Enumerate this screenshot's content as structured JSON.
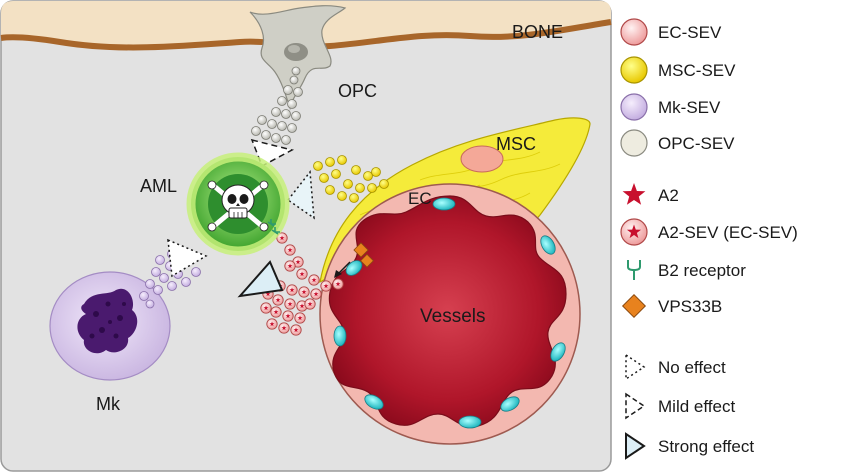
{
  "diagram": {
    "labels": {
      "bone": "BONE",
      "opc": "OPC",
      "msc": "MSC",
      "aml": "AML",
      "ec": "EC",
      "vessels": "Vessels",
      "mk": "Mk"
    }
  },
  "legend": {
    "items": [
      {
        "label": "EC-SEV",
        "icon": "ec-sev-circle-icon",
        "color": "#f4b8b8"
      },
      {
        "label": "MSC-SEV",
        "icon": "msc-sev-circle-icon",
        "color": "#f7e600"
      },
      {
        "label": "Mk-SEV",
        "icon": "mk-sev-circle-icon",
        "color": "#d4bfe8"
      },
      {
        "label": "OPC-SEV",
        "icon": "opc-sev-circle-icon",
        "color": "#e8e6d6"
      },
      {
        "label": "A2",
        "icon": "red-star-icon",
        "color": "#c8102e"
      },
      {
        "label": "A2-SEV (EC-SEV)",
        "icon": "star-in-circle-icon",
        "color": "#f4b8b8"
      },
      {
        "label": "B2 receptor",
        "icon": "receptor-icon",
        "color": "#2e9a6e"
      },
      {
        "label": "VPS33B",
        "icon": "orange-diamond-icon",
        "color": "#e8821e"
      },
      {
        "label": "No effect",
        "icon": "dotted-triangle-icon",
        "color": "#ffffff"
      },
      {
        "label": "Mild effect",
        "icon": "dashed-triangle-icon",
        "color": "#ffffff"
      },
      {
        "label": "Strong effect",
        "icon": "solid-triangle-icon",
        "color": "#dceef6"
      }
    ]
  }
}
